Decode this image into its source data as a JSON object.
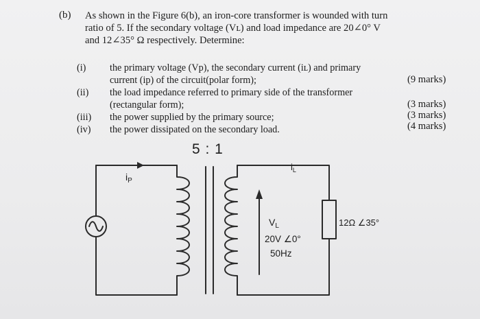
{
  "question": {
    "part_label": "(b)",
    "intro_line1": "As shown in the Figure 6(b), an iron-core transformer is wounded with turn",
    "intro_line2": "ratio of 5. If the secondary voltage (Vʟ) and load impedance are 20∠0° V",
    "intro_line3": "and 12∠35° Ω respectively.  Determine:",
    "items": [
      {
        "num": "(i)",
        "line1": "the primary voltage (Vp), the secondary current (iʟ) and primary",
        "line2": "current (ip) of the circuit(polar form);"
      },
      {
        "num": "(ii)",
        "line1": "the load impedance referred to primary side of the transformer",
        "line2": "(rectangular form);"
      },
      {
        "num": "(iii)",
        "line1": "the power supplied by the primary source;"
      },
      {
        "num": "(iv)",
        "line1": "the power dissipated on the secondary load."
      }
    ],
    "marks": [
      "(9 marks)",
      "(3 marks)",
      "(3 marks)",
      "(4 marks)"
    ]
  },
  "figure": {
    "turns_ratio": "5 : 1",
    "primary_current": "i",
    "primary_current_sub": "P",
    "secondary_current": "i",
    "secondary_current_sub": "L",
    "voltage_name": "V",
    "voltage_name_sub": "L",
    "voltage_value": "20V ∠0°",
    "frequency": "50Hz",
    "load_impedance": "12Ω ∠35°"
  }
}
